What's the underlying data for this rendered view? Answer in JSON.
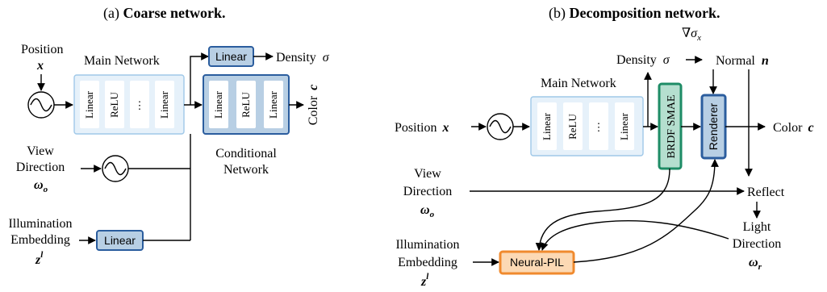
{
  "captions": {
    "a_prefix": "(a)",
    "a_title": "Coarse network.",
    "b_prefix": "(b)",
    "b_title": "Decomposition network."
  },
  "coarse": {
    "position_label": "Position",
    "position_sym": "x",
    "main_network": "Main Network",
    "layers": [
      "Linear",
      "ReLU",
      "⋮",
      "Linear"
    ],
    "density_linear": "Linear",
    "density_label": "Density",
    "density_sym": "σ",
    "conditional_layers": [
      "Linear",
      "ReLU",
      "Linear"
    ],
    "color_label": "Color",
    "color_sym": "c",
    "conditional_label_1": "Conditional",
    "conditional_label_2": "Network",
    "view_1": "View",
    "view_2": "Direction",
    "view_sym": "ω",
    "view_sub": "o",
    "illum_1": "Illumination",
    "illum_2": "Embedding",
    "illum_sym": "z",
    "illum_sup": "l",
    "illum_linear": "Linear"
  },
  "decomp": {
    "density_label": "Density",
    "density_sym": "σ",
    "grad_label": "∇σ",
    "grad_sub": "x",
    "normal_label": "Normal",
    "normal_sym": "n",
    "main_network": "Main Network",
    "position_label": "Position",
    "position_sym": "x",
    "layers": [
      "Linear",
      "ReLU",
      "⋮",
      "Linear"
    ],
    "brdf": "BRDF SMAE",
    "renderer": "Renderer",
    "color_label": "Color",
    "color_sym": "c",
    "view_1": "View",
    "view_2": "Direction",
    "view_sym": "ω",
    "view_sub": "o",
    "reflect": "Reflect",
    "light_1": "Light",
    "light_2": "Direction",
    "light_sym": "ω",
    "light_sub": "r",
    "illum_1": "Illumination",
    "illum_2": "Embedding",
    "illum_sym": "z",
    "illum_sup": "l",
    "neural_pil": "Neural-PIL"
  },
  "colors": {
    "main_fill": "#e6f1fa",
    "main_stroke": "#9fc8e8",
    "cond_fill": "#b8cfe4",
    "dark_blue": "#2b5d9e",
    "linear_fill": "#b8cfe4",
    "brdf_fill": "#b5dfcf",
    "brdf_stroke": "#1e8c66",
    "pil_fill": "#fcd9b4",
    "pil_stroke": "#f08a2e"
  }
}
